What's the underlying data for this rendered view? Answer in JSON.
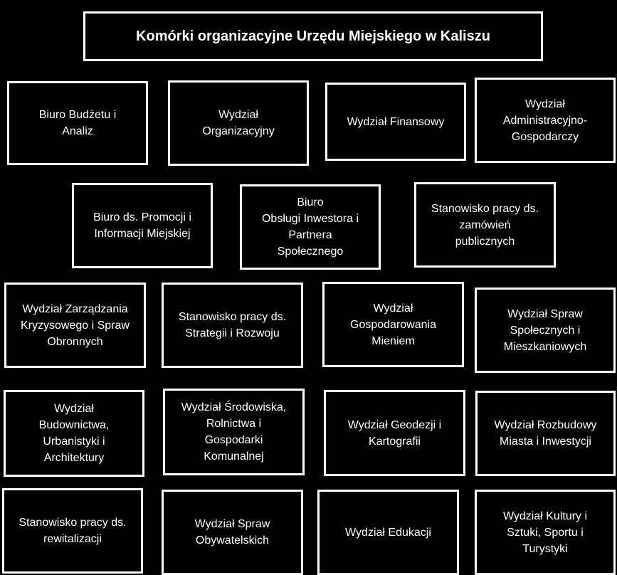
{
  "title": "Komórki organizacyjne Urzędu Miejskiego w Kaliszu",
  "units": [
    "Biuro Budżetu i\nAnaliz",
    "Wydział\nOrganizacyjny",
    "Wydział Finansowy",
    "Wydział\nAdministracyjno-\nGospodarczy",
    "Biuro ds. Promocji i\nInformacji Miejskiej",
    "Biuro\nObsługi  Inwestora i\nPartnera\nSpołecznego",
    "Stanowisko pracy ds.\nzamówień\npublicznych",
    "Wydział Zarządzania\nKryzysowego i Spraw\nObronnych",
    "Stanowisko pracy ds.\nStrategii i Rozwoju",
    "Wydział\nGospodarowania\nMieniem",
    "Wydział Spraw\nSpołecznych i\nMieszkaniowych",
    "Wydział\nBudownictwa,\nUrbanistyki i\nArchitektury",
    "Wydział Środowiska,\nRolnictwa i\nGospodarki\nKomunalnej",
    "Wydział Geodezji i\nKartografii",
    "Wydział Rozbudowy\nMiasta i Inwestycji",
    "Stanowisko pracy ds.\nrewitalizacji",
    "Wydział Spraw\nObywatelskich",
    "Wydział Edukacji",
    "Wydział Kultury i\nSztuki, Sportu i\nTurystyki"
  ]
}
